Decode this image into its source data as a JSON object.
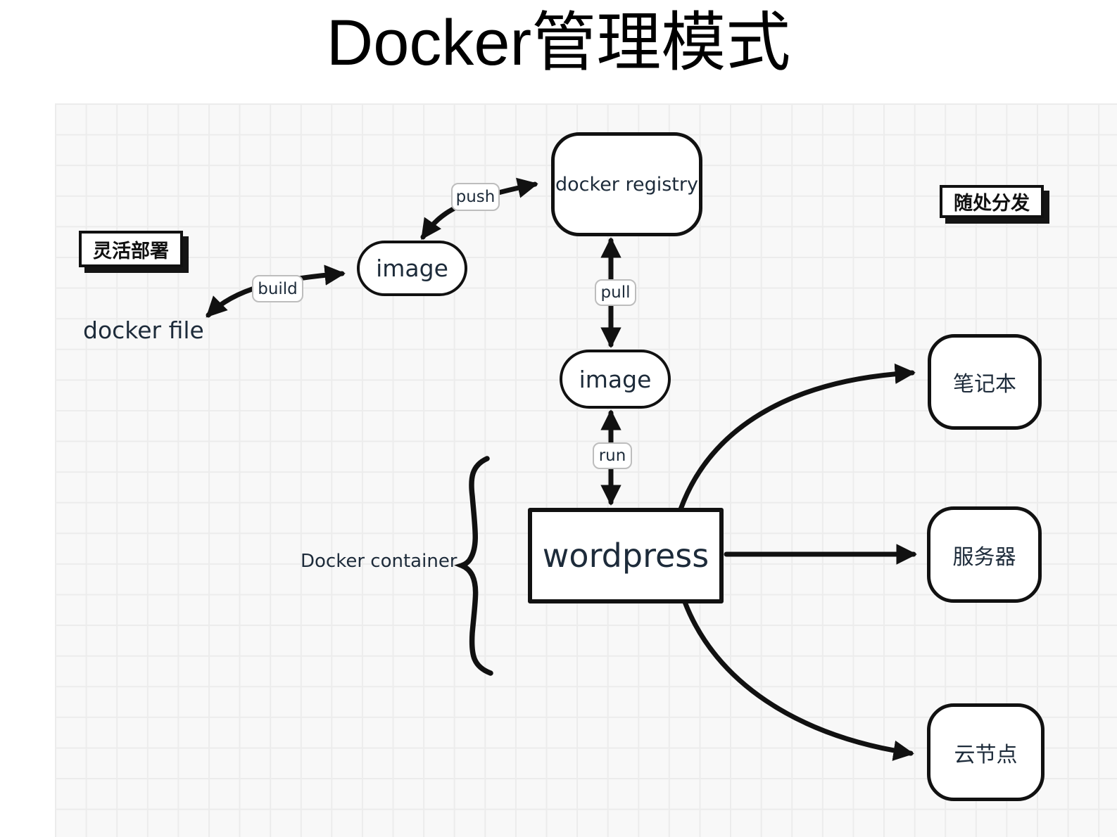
{
  "title": "Docker管理模式",
  "colors": {
    "ink": "#111111",
    "text": "#1d2b3a",
    "grid_bg": "#f8f8f8",
    "grid_line": "#ececec"
  },
  "badges": {
    "flexible_deploy": "灵活部署",
    "distribute_anywhere": "随处分发"
  },
  "nodes": {
    "docker_file": "docker file",
    "image_top": "image",
    "docker_registry": "docker registry",
    "image_mid": "image",
    "wordpress": "wordpress",
    "laptop": "笔记本",
    "server": "服务器",
    "cloud_node": "云节点"
  },
  "edge_labels": {
    "build": "build",
    "push": "push",
    "pull": "pull",
    "run": "run"
  },
  "annotations": {
    "docker_container": "Docker container"
  }
}
